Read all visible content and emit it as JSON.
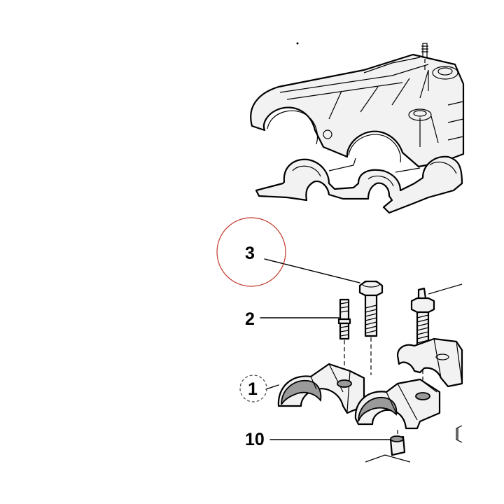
{
  "callouts": {
    "c1": "1",
    "c2": "2",
    "c3": "3",
    "c10": "10"
  },
  "highlight": {
    "circle_color": "#c0392b",
    "dashed_circle_color": "#444444"
  }
}
